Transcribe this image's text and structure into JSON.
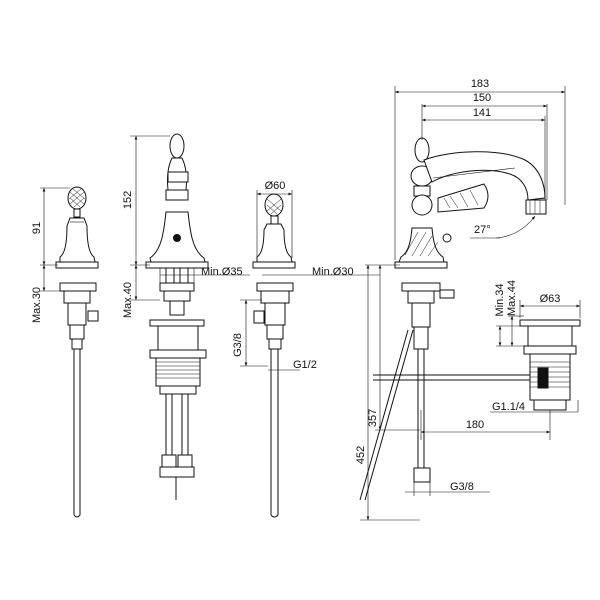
{
  "dimensions": {
    "v1_height": "91",
    "v1_deck": "Max.30",
    "v2_height": "152",
    "v2_deck": "Max.40",
    "v2_hole": "Min.Ø35",
    "v3_diameter": "Ø60",
    "v3_hole": "Min.Ø30",
    "v3_conn": "G3/8",
    "v3_thread": "G1/2",
    "v4_width_183": "183",
    "v4_width_150": "150",
    "v4_width_141": "141",
    "v4_angle": "27°",
    "v4_357": "357",
    "v4_452": "452",
    "v4_180": "180",
    "v4_g38": "G3/8",
    "waste_min": "Min.34",
    "waste_max": "Max.44",
    "waste_diameter": "Ø63",
    "waste_thread": "G1.1/4"
  }
}
